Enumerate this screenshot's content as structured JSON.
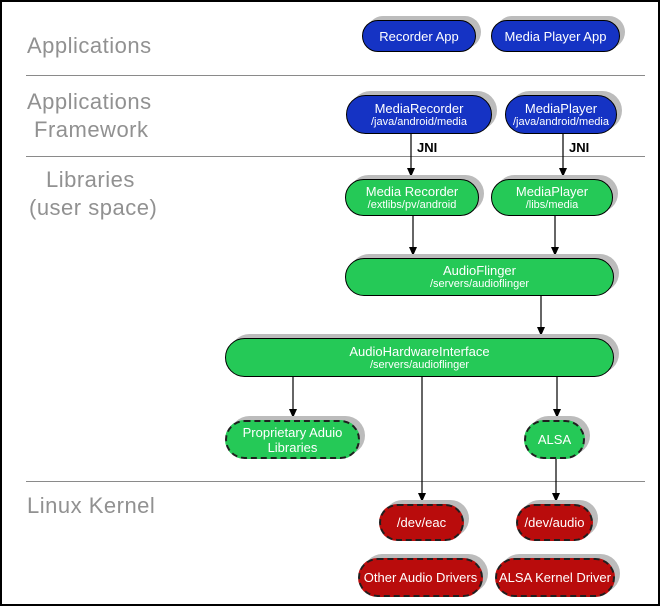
{
  "layers": {
    "applications": {
      "label": "Applications"
    },
    "applications_framework": {
      "line1": "Applications",
      "line2": "Framework"
    },
    "libraries": {
      "line1": "Libraries",
      "line2": "(user space)"
    },
    "linux_kernel": {
      "label": "Linux Kernel"
    }
  },
  "nodes": {
    "recorder_app": {
      "title": "Recorder App"
    },
    "media_player_app": {
      "title": "Media Player App"
    },
    "media_recorder_fw": {
      "title": "MediaRecorder",
      "path": "/java/android/media"
    },
    "media_player_fw": {
      "title": "MediaPlayer",
      "path": "/java/android/media"
    },
    "media_recorder_lib": {
      "title": "Media Recorder",
      "path": "/extlibs/pv/android"
    },
    "media_player_lib": {
      "title": "MediaPlayer",
      "path": "/libs/media"
    },
    "audio_flinger": {
      "title": "AudioFlinger",
      "path": "/servers/audioflinger"
    },
    "audio_hardware_interface": {
      "title": "AudioHardwareInterface",
      "path": "/servers/audioflinger"
    },
    "proprietary_audio_libraries": {
      "line1": "Proprietary Aduio",
      "line2": "Libraries"
    },
    "alsa": {
      "title": "ALSA"
    },
    "dev_eac": {
      "title": "/dev/eac"
    },
    "dev_audio": {
      "title": "/dev/audio"
    },
    "other_audio_drivers": {
      "title": "Other Audio Drivers"
    },
    "alsa_kernel_driver": {
      "title": "ALSA Kernel Driver"
    }
  },
  "edge_labels": {
    "jni_left": "JNI",
    "jni_right": "JNI"
  },
  "colors": {
    "app_blue": "#1533c4",
    "library_green": "#25c957",
    "kernel_red": "#b90c0c",
    "shadow_gray": "#bcbcbc",
    "layer_label_gray": "#919191"
  }
}
